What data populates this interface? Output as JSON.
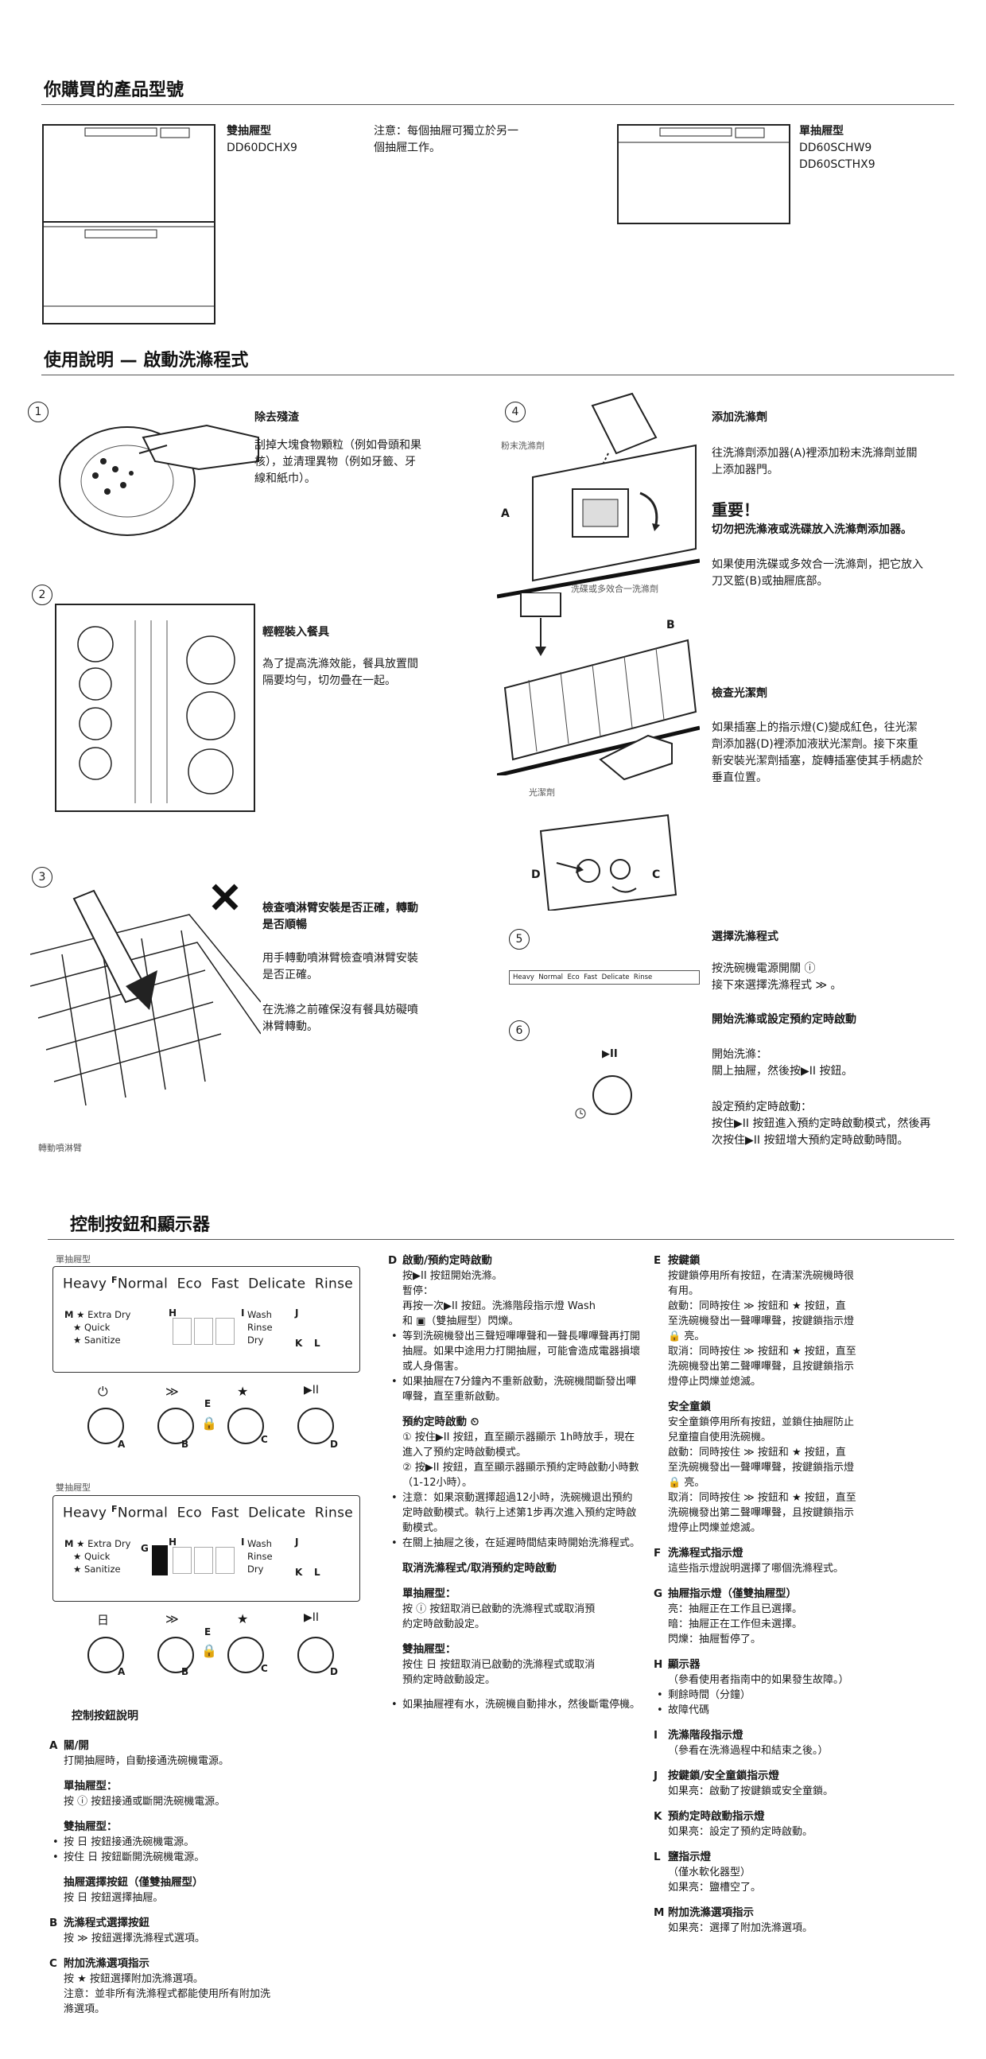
{
  "section1": {
    "title": "你購買的產品型號",
    "double": {
      "label": "雙抽屜型",
      "model": "DD60DCHX9"
    },
    "note": [
      "注意：每個抽屜可獨立於另一",
      "個抽屜工作。"
    ],
    "single": {
      "label": "單抽屜型",
      "model1": "DD60SCHW9",
      "model2": "DD60SCTHX9"
    }
  },
  "section2": {
    "title": "使用說明 — 啟動洗滌程式",
    "step1": {
      "num": "1",
      "heading": "除去殘渣",
      "body": [
        "刮掉大塊食物顆粒（例如骨頭和果",
        "核），並清理異物（例如牙籤、牙",
        "線和紙巾）。"
      ]
    },
    "step2": {
      "num": "2",
      "heading": "輕輕裝入餐具",
      "body": [
        "為了提高洗滌效能，餐具放置間",
        "隔要均勻，切勿疊在一起。"
      ]
    },
    "step3": {
      "num": "3",
      "heading": [
        "檢查噴淋臂安裝是否正確，轉動",
        "是否順暢"
      ],
      "body1": [
        "用手轉動噴淋臂檢查噴淋臂安裝",
        "是否正確。"
      ],
      "body2": [
        "在洗滌之前確保沒有餐具妨礙噴",
        "淋臂轉動。"
      ],
      "caption": "轉動噴淋臂"
    },
    "step4": {
      "num": "4",
      "heading": "添加洗滌劑",
      "body": [
        "往洗滌劑添加器(A)裡添加粉末洗滌劑並關",
        "上添加器門。"
      ],
      "important": "重要！",
      "important_line": "切勿把洗滌液或洗碟放入洗滌劑添加器。",
      "note": [
        "如果使用洗碟或多效合一洗滌劑，把它放入",
        "刀叉籃(B)或抽屜底部。"
      ],
      "label_powder": "粉末洗滌劑",
      "label_tablet": "洗碟或多效合一洗滌劑",
      "label_rinse": "光潔劑",
      "letters": {
        "a": "A",
        "b": "B",
        "c": "C",
        "d": "D"
      },
      "rinse_heading": "檢查光潔劑",
      "rinse_body": [
        "如果插塞上的指示燈(C)變成紅色，往光潔",
        "劑添加器(D)裡添加液狀光潔劑。接下來重",
        "新安裝光潔劑插塞，旋轉插塞使其手柄處於",
        "垂直位置。"
      ]
    },
    "step5": {
      "num": "5",
      "heading": "選擇洗滌程式",
      "body": [
        "按洗碗機電源開關 ⓘ",
        "接下來選擇洗滌程式 ≫ 。"
      ],
      "strip": "Heavy  Normal  Eco  Fast  Delicate  Rinse"
    },
    "step6": {
      "num": "6",
      "heading": "開始洗滌或設定預約定時啟動",
      "start_label": "開始洗滌：",
      "start_body": "關上抽屜，然後按▶II 按鈕。",
      "delay_label": "設定預約定時啟動：",
      "delay_body": [
        "按住▶II 按鈕進入預約定時啟動模式，然後再",
        "次按住▶II 按鈕增大預約定時啟動時間。"
      ],
      "play": "▶II"
    }
  },
  "section3": {
    "title": "控制按鈕和顯示器",
    "panel_single_label": "單抽屜型",
    "panel_double_label": "雙抽屜型",
    "programs": [
      "Heavy",
      "Normal",
      "Eco",
      "Fast",
      "Delicate",
      "Rinse"
    ],
    "options": [
      "Extra Dry",
      "Quick",
      "Sanitize"
    ],
    "status": [
      "Wash",
      "Rinse",
      "Dry"
    ],
    "letters": {
      "A": "A",
      "B": "B",
      "C": "C",
      "D": "D",
      "E": "E",
      "F": "F",
      "G": "G",
      "H": "H",
      "I": "I",
      "J": "J",
      "K": "K",
      "L": "L",
      "M": "M"
    },
    "buttons_single": [
      "⏻",
      "≫",
      "★",
      "▶II"
    ],
    "buttons_double": [
      "日",
      "≫",
      "★",
      "▶II"
    ],
    "legend_title": "控制按鈕說明",
    "colA": [
      {
        "k": "A",
        "head": "關/開",
        "lines": [
          "打開抽屜時，自動接通洗碗機電源。"
        ]
      },
      {
        "k": "",
        "head": "單抽屜型：",
        "lines": [
          "按 ⓘ 按鈕接通或斷開洗碗機電源。"
        ]
      },
      {
        "k": "",
        "head": "雙抽屜型：",
        "bullets": [
          "按 日 按鈕接通洗碗機電源。",
          "按住 日 按鈕斷開洗碗機電源。"
        ]
      },
      {
        "k": "",
        "head": "抽屜選擇按鈕（僅雙抽屜型）",
        "lines": [
          "按 日 按鈕選擇抽屜。"
        ]
      },
      {
        "k": "B",
        "head": "洗滌程式選擇按鈕",
        "lines": [
          "按 ≫ 按鈕選擇洗滌程式選項。"
        ]
      },
      {
        "k": "C",
        "head": "附加洗滌選項指示",
        "lines": [
          "按 ★ 按鈕選擇附加洗滌選項。",
          "注意：並非所有洗滌程式都能使用所有附加洗",
          "滌選項。"
        ]
      }
    ],
    "colB": [
      {
        "k": "D",
        "head": "啟動/預約定時啟動",
        "lines": [
          "按▶II 按鈕開始洗滌。",
          "暫停：",
          "再按一次▶II 按鈕。洗滌階段指示燈 Wash",
          "和 ▣（雙抽屜型）閃爍。"
        ],
        "bullets": [
          "等到洗碗機發出三聲短嗶嗶聲和一聲長嗶嗶聲再打開抽屜。如果中途用力打開抽屜，可能會造成電器損壞或人身傷害。",
          "如果抽屜在7分鐘內不重新啟動，洗碗機間斷發出嗶嗶聲，直至重新啟動。"
        ]
      },
      {
        "k": "",
        "head": "預約定時啟動 ⏲",
        "numbered": [
          "按住▶II 按鈕，直至顯示器顯示 1h時放手，現在進入了預約定時啟動模式。",
          "按▶II 按鈕，直至顯示器顯示預約定時啟動小時數（1-12小時）。"
        ],
        "bullets": [
          "注意：如果滾動選擇超過12小時，洗碗機退出預約定時啟動模式。執行上述第1步再次進入預約定時啟動模式。",
          "在關上抽屜之後，在延遲時間結束時開始洗滌程式。"
        ]
      },
      {
        "k": "",
        "head": "取消洗滌程式/取消預約定時啟動"
      },
      {
        "k": "",
        "head": "單抽屜型：",
        "lines": [
          "按 ⓘ 按鈕取消已啟動的洗滌程式或取消預",
          "約定時啟動設定。"
        ]
      },
      {
        "k": "",
        "head": "雙抽屜型：",
        "lines": [
          "按住 日 按鈕取消已啟動的洗滌程式或取消",
          "預約定時啟動設定。"
        ]
      },
      {
        "k": "",
        "bullets": [
          "如果抽屜裡有水，洗碗機自動排水，然後斷電停機。"
        ]
      }
    ],
    "colC": [
      {
        "k": "E",
        "head": "按鍵鎖",
        "lines": [
          "按鍵鎖停用所有按鈕，在清潔洗碗機時很",
          "有用。",
          "啟動：同時按住 ≫ 按鈕和 ★ 按鈕，直",
          "至洗碗機發出一聲嗶嗶聲，按鍵鎖指示燈",
          "🔒 亮。",
          "取消：同時按住 ≫ 按鈕和 ★ 按鈕，直至",
          "洗碗機發出第二聲嗶嗶聲，且按鍵鎖指示",
          "燈停止閃爍並熄滅。"
        ]
      },
      {
        "k": "",
        "head": "安全童鎖",
        "lines": [
          "安全童鎖停用所有按鈕，並鎖住抽屜防止",
          "兒童擅自使用洗碗機。",
          "啟動：同時按住 ≫ 按鈕和 ★ 按鈕，直",
          "至洗碗機發出一聲嗶嗶聲，按鍵鎖指示燈",
          "🔒 亮。",
          "取消：同時按住 ≫ 按鈕和 ★ 按鈕，直至",
          "洗碗機發出第二聲嗶嗶聲，且按鍵鎖指示",
          "燈停止閃爍並熄滅。"
        ]
      },
      {
        "k": "F",
        "head": "洗滌程式指示燈",
        "lines": [
          "這些指示燈說明選擇了哪個洗滌程式。"
        ]
      },
      {
        "k": "G",
        "head": "抽屜指示燈（僅雙抽屜型）",
        "lines": [
          "亮：抽屜正在工作且已選擇。",
          "暗：抽屜正在工作但未選擇。",
          "閃爍：抽屜暫停了。"
        ]
      },
      {
        "k": "H",
        "head": "顯示器",
        "bullets": [
          "剩餘時間（分鐘）",
          "故障代碼"
        ],
        "lines": [
          "（參看使用者指南中的如果發生故障。）"
        ]
      },
      {
        "k": "I",
        "head": "洗滌階段指示燈",
        "lines": [
          "（參看在洗滌過程中和結束之後。）"
        ]
      },
      {
        "k": "J",
        "head": "按鍵鎖/安全童鎖指示燈",
        "lines": [
          "如果亮：啟動了按鍵鎖或安全童鎖。"
        ]
      },
      {
        "k": "K",
        "head": "預約定時啟動指示燈",
        "lines": [
          "如果亮：設定了預約定時啟動。"
        ]
      },
      {
        "k": "L",
        "head": "鹽指示燈",
        "lines": [
          "（僅水軟化器型）",
          "如果亮：鹽槽空了。"
        ]
      },
      {
        "k": "M",
        "head": "附加洗滌選項指示",
        "lines": [
          "如果亮：選擇了附加洗滌選項。"
        ]
      }
    ]
  }
}
